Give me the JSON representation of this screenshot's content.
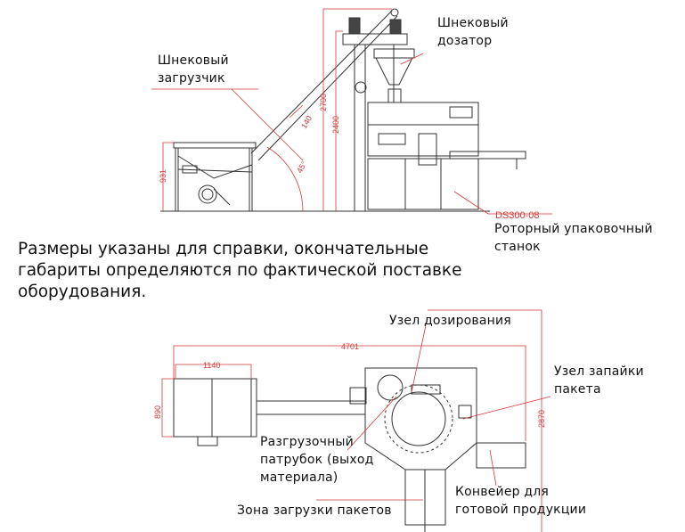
{
  "labels": {
    "screw_doser": [
      "Шнековый",
      "дозатор"
    ],
    "screw_loader": [
      "Шнековый",
      "загрузчик"
    ],
    "rotary_machine": [
      "Роторный упаковочный",
      "станок"
    ],
    "dosing_unit": "Узел дозирования",
    "sealing_unit": [
      "Узел запайки",
      "пакета"
    ],
    "discharge": [
      "Разгрузочный",
      "патрубок (выход",
      "материала)"
    ],
    "conveyor": [
      "Конвейер для",
      "готовой продукции"
    ],
    "bag_loading": "Зона загрузки пакетов"
  },
  "note": "Размеры указаны для справки, окончательные габариты определяются по фактической поставке оборудования.",
  "dimensions": {
    "hopper_height": "931",
    "total_height": "2700",
    "machine_height": "2400",
    "tube_diameter": "140",
    "angle": "45°",
    "model": "DS300-08",
    "total_length": "4701",
    "hopper_length": "1140",
    "hopper_width": "890",
    "total_width": "2870"
  },
  "colors": {
    "dimension": "#d23a3a",
    "drawing": "#333333"
  }
}
